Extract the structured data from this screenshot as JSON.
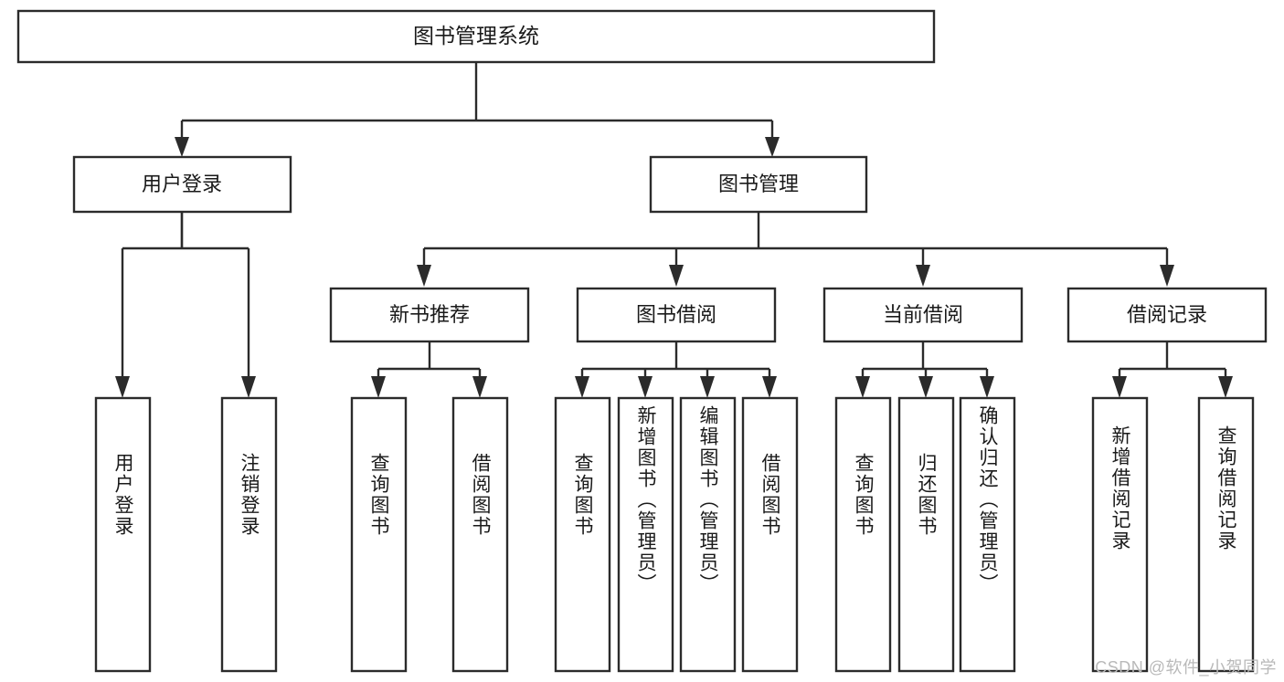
{
  "diagram": {
    "type": "tree-hierarchy",
    "title": "图书管理系统",
    "root": {
      "label": "图书管理系统",
      "level": 0
    },
    "level1": [
      {
        "label": "用户登录"
      },
      {
        "label": "图书管理"
      }
    ],
    "level2_under_book_management": [
      {
        "label": "新书推荐"
      },
      {
        "label": "图书借阅"
      },
      {
        "label": "当前借阅"
      },
      {
        "label": "借阅记录"
      }
    ],
    "leaves": {
      "user_login": [
        {
          "label": "用户登录"
        },
        {
          "label": "注销登录"
        }
      ],
      "new_book_recommend": [
        {
          "label": "查询图书"
        },
        {
          "label": "借阅图书"
        }
      ],
      "book_borrow": [
        {
          "label": "查询图书"
        },
        {
          "label": "新增图书（管理员）"
        },
        {
          "label": "编辑图书（管理员）"
        },
        {
          "label": "借阅图书"
        }
      ],
      "current_borrow": [
        {
          "label": "查询图书"
        },
        {
          "label": "归还图书"
        },
        {
          "label": "确认归还（管理员）"
        }
      ],
      "borrow_record": [
        {
          "label": "新增借阅记录"
        },
        {
          "label": "查询借阅记录"
        }
      ]
    }
  },
  "watermark": {
    "text": "CSDN @软件_小贺同学"
  },
  "colors": {
    "stroke": "#2b2b2b",
    "fill": "#ffffff",
    "text": "#1a1a1a",
    "watermark": "#b9b9b9"
  }
}
